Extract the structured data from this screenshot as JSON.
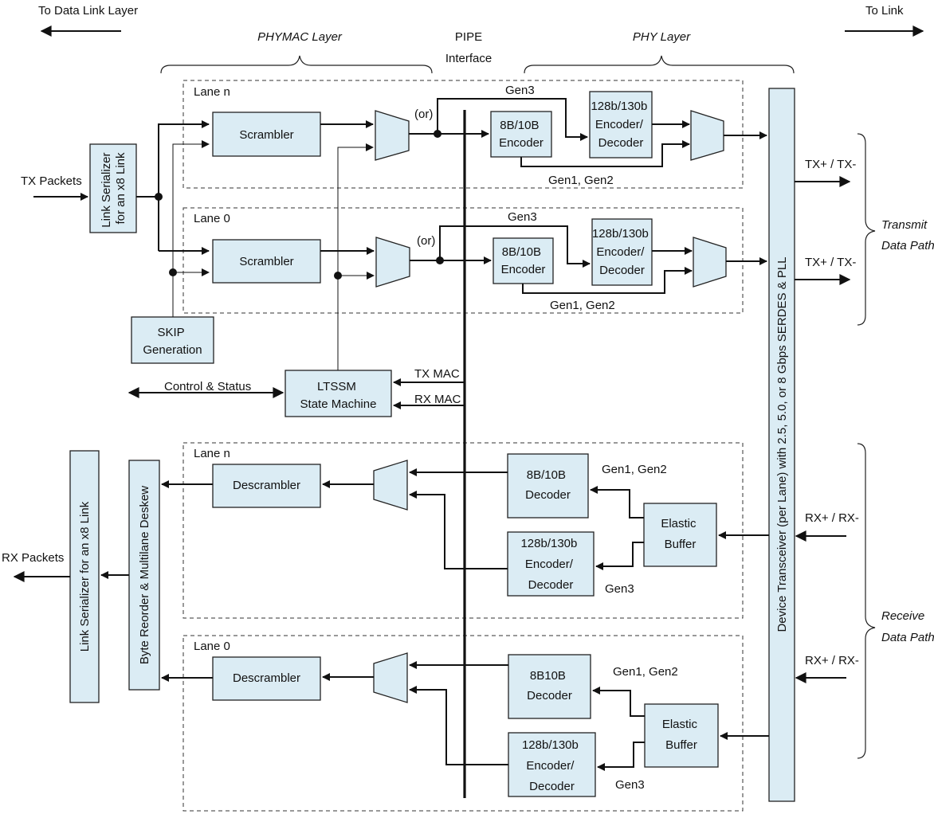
{
  "labels": {
    "to_data_link_layer": "To Data Link Layer",
    "to_link": "To Link",
    "phymac_layer": "PHYMAC Layer",
    "pipe": "PIPE",
    "interface": "Interface",
    "phy_layer": "PHY Layer",
    "tx_packets": "TX Packets",
    "rx_packets": "RX Packets",
    "control_status": "Control & Status",
    "tx_mac": "TX MAC",
    "rx_mac": "RX MAC",
    "transmit": "Transmit",
    "receive": "Receive",
    "data_path": "Data Path",
    "tx_pm": "TX+ / TX-",
    "rx_pm": "RX+ / RX-",
    "or": "(or)",
    "gen3": "Gen3",
    "gen12": "Gen1, Gen2"
  },
  "lanes": {
    "tx_n": "Lane n",
    "tx_0": "Lane 0",
    "rx_n": "Lane n",
    "rx_0": "Lane 0"
  },
  "blocks": {
    "link_serializer_tx": [
      "Link Serializer",
      "for an x8 Link"
    ],
    "link_serializer_rx": "Link Serializer for an x8 Link",
    "byte_reorder": "Byte Reorder & Multilane Deskew",
    "scrambler": "Scrambler",
    "descrambler": "Descrambler",
    "enc_8b10b": [
      "8B/10B",
      "Encoder"
    ],
    "codec_128b130b": [
      "128b/130b",
      "Encoder/",
      "Decoder"
    ],
    "dec_8b10b": [
      "8B/10B",
      "Decoder"
    ],
    "dec_8b10b_alt": [
      "8B10B",
      "Decoder"
    ],
    "elastic_buffer": [
      "Elastic",
      "Buffer"
    ],
    "skip_generation": [
      "SKIP",
      "Generation"
    ],
    "ltssm": [
      "LTSSM",
      "State Machine"
    ],
    "transceiver": "Device Transceiver (per Lane) with 2.5, 5.0, or 8 Gbps SERDES & PLL"
  },
  "colors": {
    "block_fill": "#dbecf4",
    "line": "#111111"
  }
}
